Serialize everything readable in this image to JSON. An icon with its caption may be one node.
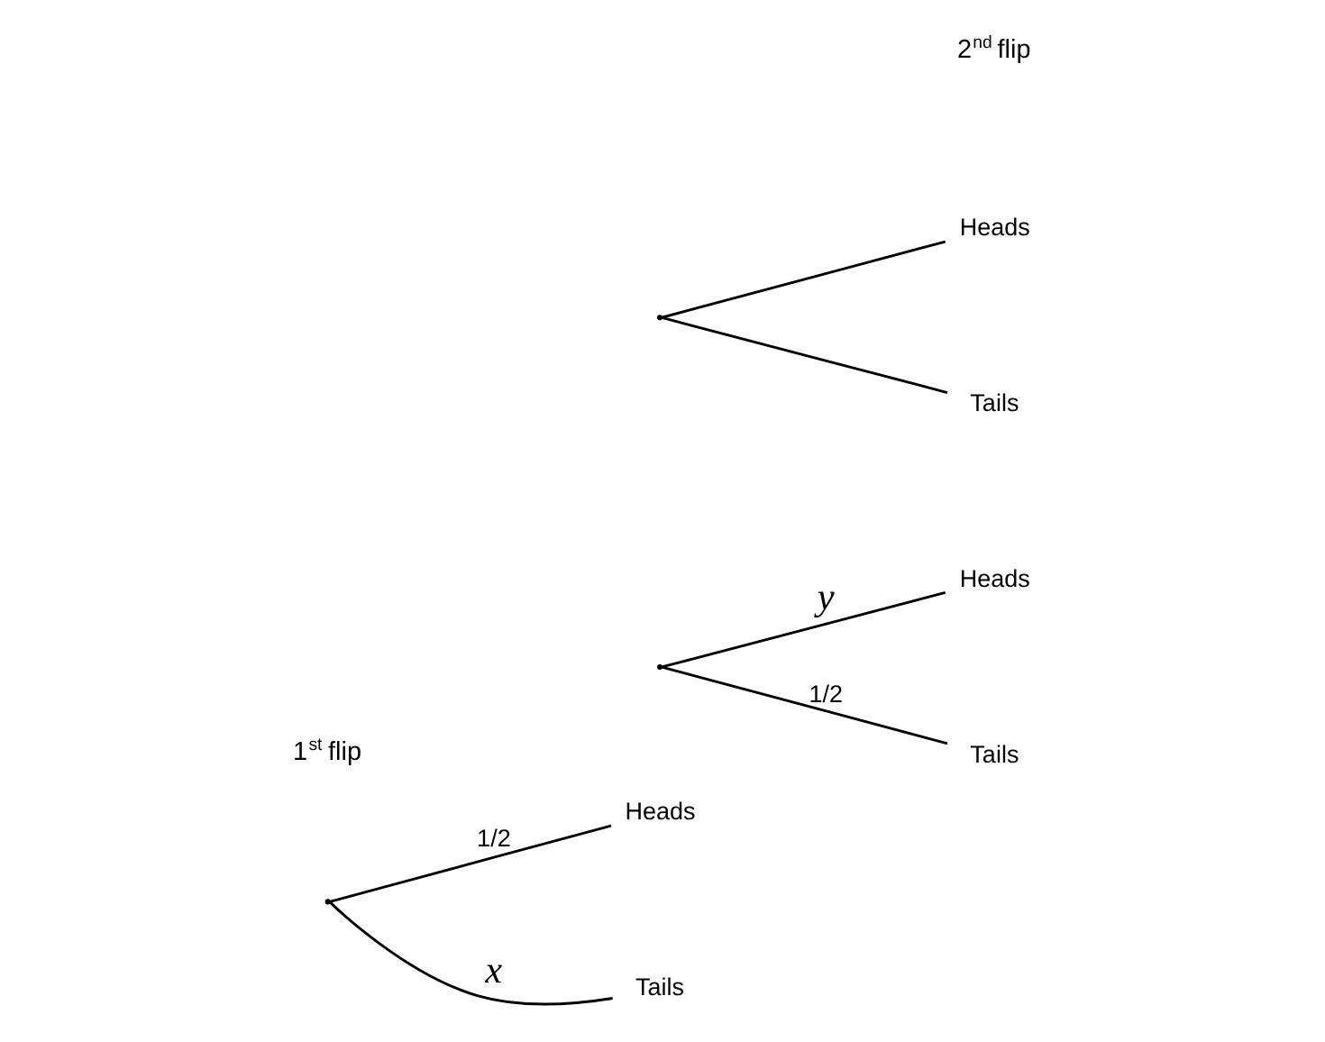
{
  "diagram": {
    "nodes": [
      {
        "text": [],
        "shape": "point"
      },
      {
        "text": [
          "Heads"
        ]
      },
      {
        "text": [
          "Tails"
        ]
      },
      {
        "text": [],
        "shape": "point"
      },
      {
        "text": [
          "Heads"
        ]
      },
      {
        "text": [
          "Tails"
        ]
      },
      {
        "text": [],
        "shape": "point"
      },
      {
        "text": [
          "Heads"
        ]
      },
      {
        "text": [
          "Tails"
        ]
      }
    ],
    "edges": [
      {
        "from": 0,
        "to": 1,
        "arrow": "none",
        "label": "1/2"
      },
      {
        "from": 0,
        "to": 2,
        "arrow": "none",
        "label": "x"
      },
      {
        "from": 3,
        "to": 4,
        "arrow": "none",
        "label": "y"
      },
      {
        "from": 3,
        "to": 5,
        "arrow": "none",
        "label": "1/2"
      },
      {
        "from": 6,
        "to": 7,
        "arrow": "none"
      },
      {
        "from": 6,
        "to": 8,
        "arrow": "none"
      }
    ],
    "labels": [
      "1$^{st}$ flip",
      "2$^{nd}$ flip"
    ]
  }
}
